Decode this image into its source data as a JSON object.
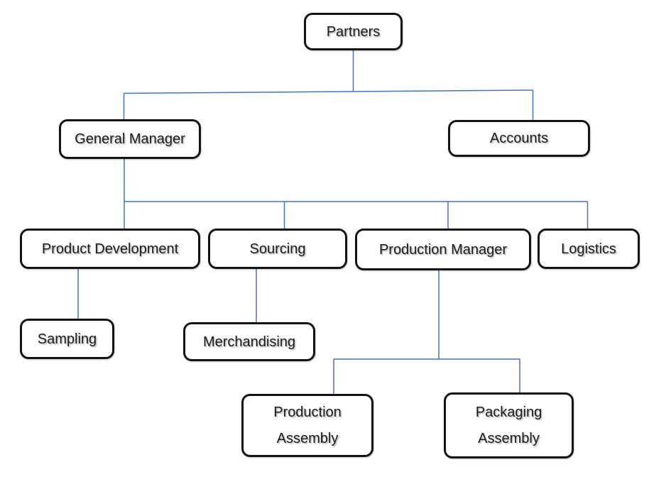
{
  "diagram": {
    "type": "organizational-chart",
    "nodes": {
      "partners": {
        "label": "Partners"
      },
      "general_manager": {
        "label": "General Manager"
      },
      "accounts": {
        "label": "Accounts"
      },
      "product_development": {
        "label": "Product Development"
      },
      "sourcing": {
        "label": "Sourcing"
      },
      "production_manager": {
        "label": "Production Manager"
      },
      "logistics": {
        "label": "Logistics"
      },
      "sampling": {
        "label": "Sampling"
      },
      "merchandising": {
        "label": "Merchandising"
      },
      "production_assembly": {
        "label": "Production Assembly",
        "lines": [
          "Production",
          "Assembly"
        ]
      },
      "packaging_assembly": {
        "label": "Packaging Assembly",
        "lines": [
          "Packaging",
          "Assembly"
        ]
      }
    },
    "edges": [
      {
        "from": "Partners",
        "to": "General Manager"
      },
      {
        "from": "Partners",
        "to": "Accounts"
      },
      {
        "from": "General Manager",
        "to": "Product Development"
      },
      {
        "from": "General Manager",
        "to": "Sourcing"
      },
      {
        "from": "General Manager",
        "to": "Production Manager"
      },
      {
        "from": "General Manager",
        "to": "Logistics"
      },
      {
        "from": "Product Development",
        "to": "Sampling"
      },
      {
        "from": "Sourcing",
        "to": "Merchandising"
      },
      {
        "from": "Production Manager",
        "to": "Production Assembly"
      },
      {
        "from": "Production Manager",
        "to": "Packaging Assembly"
      }
    ],
    "colors": {
      "connector_blue": "#4472C4",
      "box_border": "#141414",
      "box_fill": "#FFFFFF",
      "text": "#1A1A1A",
      "background": "#FFFFFF"
    }
  }
}
